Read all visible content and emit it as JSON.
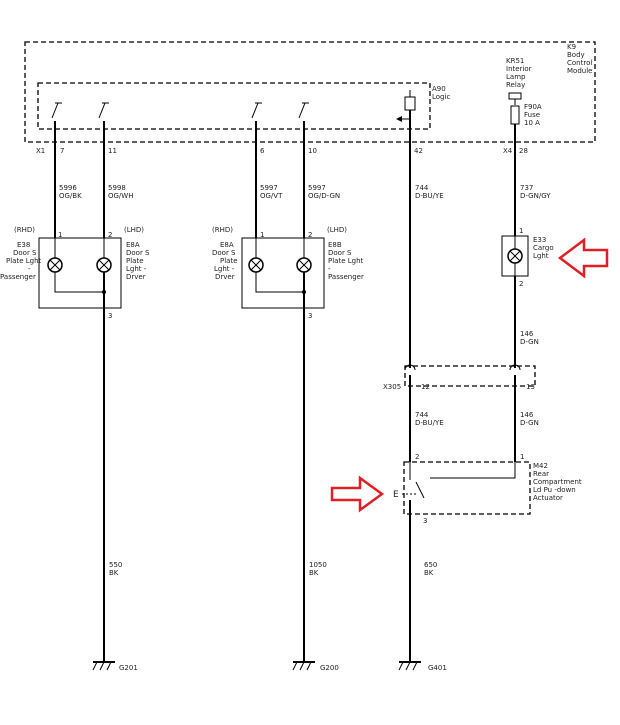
{
  "module": {
    "title_lines": [
      "K9",
      "Body",
      "Control",
      "Module"
    ],
    "logic_label_lines": [
      "A90",
      "Logic"
    ]
  },
  "relay": {
    "label_lines": [
      "KR51",
      "Interior",
      "Lamp",
      "Relay"
    ]
  },
  "fuse": {
    "label_lines": [
      "F90A",
      "Fuse",
      "10 A"
    ]
  },
  "connectors": {
    "x1": "X1",
    "x4": "X4",
    "x305": "X305"
  },
  "pins": {
    "x1_7": "7",
    "x1_11": "11",
    "x1_6": "6",
    "x1_10": "10",
    "x1_42": "42",
    "x4_28": "28",
    "left_lamp_1": "1",
    "left_lamp_2": "2",
    "left_lamp_3": "3",
    "mid_lamp_1": "1",
    "mid_lamp_2": "2",
    "mid_lamp_3": "3",
    "cargo_1": "1",
    "cargo_2": "2",
    "x305_12": "12",
    "x305_13": "13",
    "actuator_1": "1",
    "actuator_2": "2",
    "actuator_3": "3"
  },
  "wires": [
    {
      "circuit": "5996",
      "color": "OG/BK"
    },
    {
      "circuit": "5998",
      "color": "OG/WH"
    },
    {
      "circuit": "5997",
      "color": "OG/VT"
    },
    {
      "circuit": "5997",
      "color": "OG/D-GN"
    },
    {
      "circuit": "744",
      "color": "D-BU/YE"
    },
    {
      "circuit": "737",
      "color": "D-GN/GY"
    },
    {
      "circuit": "146",
      "color": "D-GN"
    },
    {
      "circuit": "744",
      "color": "D-BU/YE"
    },
    {
      "circuit": "146",
      "color": "D-GN"
    },
    {
      "circuit": "550",
      "color": "BK"
    },
    {
      "circuit": "1050",
      "color": "BK"
    },
    {
      "circuit": "650",
      "color": "BK"
    }
  ],
  "lamps": {
    "left_pair": [
      {
        "side": "(RHD)",
        "label_lines": [
          "E38",
          "Door S",
          "Plate Lght",
          "-",
          "Passenger"
        ]
      },
      {
        "side": "(LHD)",
        "label_lines": [
          "E8A",
          "Door S",
          "Plate",
          "Lght -",
          "Drver"
        ]
      }
    ],
    "middle_pair": [
      {
        "side": "(RHD)",
        "label_lines": [
          "E8A",
          "Door S",
          "Plate",
          "Lght -",
          "Drver"
        ]
      },
      {
        "side": "(LHD)",
        "label_lines": [
          "E8B",
          "Door S",
          "Plate Lght",
          "-",
          "Passenger"
        ]
      }
    ],
    "cargo": {
      "label_lines": [
        "E33",
        "Cargo",
        "Lght"
      ]
    }
  },
  "actuator": {
    "label_lines": [
      "M42",
      "Rear",
      "Compartment",
      "Ld Pu -down",
      "Actuator"
    ],
    "symbol": "E"
  },
  "grounds": [
    "G201",
    "G200",
    "G401"
  ],
  "colors": {
    "ink": "#000000",
    "arrow": "#e01e24",
    "background": "#ffffff"
  }
}
